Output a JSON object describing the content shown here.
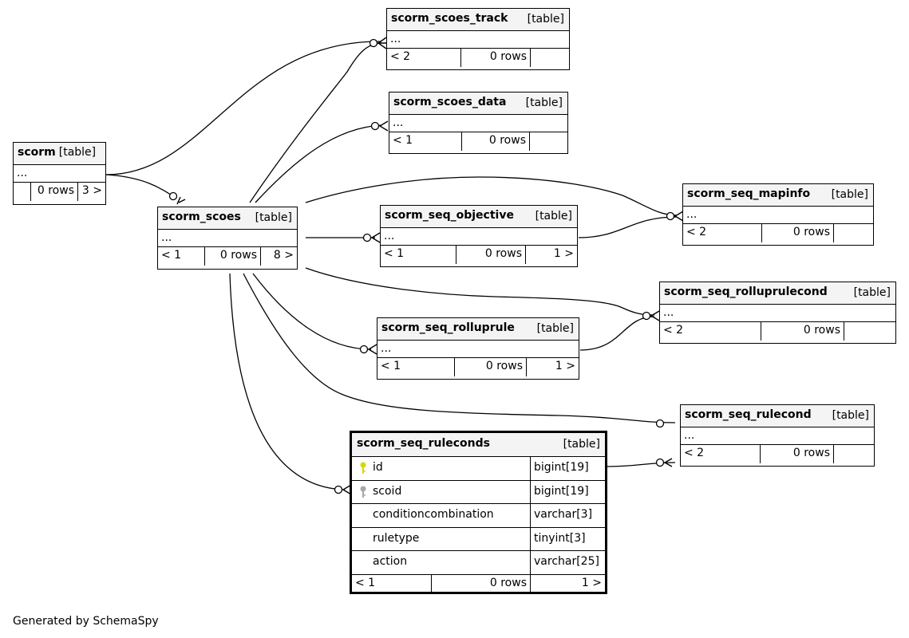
{
  "tables": [
    {
      "id": "scorm",
      "name": "scorm",
      "type": "[table]",
      "ellipsis": "...",
      "footer": [
        "",
        "0 rows",
        "3 >"
      ]
    },
    {
      "id": "scorm_scoes",
      "name": "scorm_scoes",
      "type": "[table]",
      "ellipsis": "...",
      "footer": [
        "< 1",
        "0 rows",
        "8 >"
      ]
    },
    {
      "id": "scorm_scoes_track",
      "name": "scorm_scoes_track",
      "type": "[table]",
      "ellipsis": "...",
      "footer": [
        "< 2",
        "0 rows",
        ""
      ]
    },
    {
      "id": "scorm_scoes_data",
      "name": "scorm_scoes_data",
      "type": "[table]",
      "ellipsis": "...",
      "footer": [
        "< 1",
        "0 rows",
        ""
      ]
    },
    {
      "id": "scorm_seq_objective",
      "name": "scorm_seq_objective",
      "type": "[table]",
      "ellipsis": "...",
      "footer": [
        "< 1",
        "0 rows",
        "1 >"
      ]
    },
    {
      "id": "scorm_seq_mapinfo",
      "name": "scorm_seq_mapinfo",
      "type": "[table]",
      "ellipsis": "...",
      "footer": [
        "< 2",
        "0 rows",
        ""
      ]
    },
    {
      "id": "scorm_seq_rolluprulecond",
      "name": "scorm_seq_rolluprulecond",
      "type": "[table]",
      "ellipsis": "...",
      "footer": [
        "< 2",
        "0 rows",
        ""
      ]
    },
    {
      "id": "scorm_seq_rolluprule",
      "name": "scorm_seq_rolluprule",
      "type": "[table]",
      "ellipsis": "...",
      "footer": [
        "< 1",
        "0 rows",
        "1 >"
      ]
    },
    {
      "id": "scorm_seq_rulecond",
      "name": "scorm_seq_rulecond",
      "type": "[table]",
      "ellipsis": "...",
      "footer": [
        "< 2",
        "0 rows",
        ""
      ]
    }
  ],
  "focus_table": {
    "name": "scorm_seq_ruleconds",
    "type": "[table]",
    "columns": [
      {
        "name": "id",
        "type": "bigint[19]",
        "key": "primary"
      },
      {
        "name": "scoid",
        "type": "bigint[19]",
        "key": "foreign"
      },
      {
        "name": "conditioncombination",
        "type": "varchar[3]",
        "key": ""
      },
      {
        "name": "ruletype",
        "type": "tinyint[3]",
        "key": ""
      },
      {
        "name": "action",
        "type": "varchar[25]",
        "key": ""
      }
    ],
    "footer": [
      "< 1",
      "0 rows",
      "1 >"
    ]
  },
  "relationships": [
    {
      "from": "scorm",
      "to": "scorm_scoes_track"
    },
    {
      "from": "scorm",
      "to": "scorm_scoes"
    },
    {
      "from": "scorm_scoes",
      "to": "scorm_scoes_track"
    },
    {
      "from": "scorm_scoes",
      "to": "scorm_scoes_data"
    },
    {
      "from": "scorm_scoes",
      "to": "scorm_seq_objective"
    },
    {
      "from": "scorm_scoes",
      "to": "scorm_seq_mapinfo"
    },
    {
      "from": "scorm_seq_objective",
      "to": "scorm_seq_mapinfo"
    },
    {
      "from": "scorm_scoes",
      "to": "scorm_seq_rolluprulecond"
    },
    {
      "from": "scorm_seq_rolluprule",
      "to": "scorm_seq_rolluprulecond"
    },
    {
      "from": "scorm_scoes",
      "to": "scorm_seq_rolluprule"
    },
    {
      "from": "scorm_scoes",
      "to": "scorm_seq_rulecond"
    },
    {
      "from": "scorm_seq_ruleconds",
      "to": "scorm_seq_rulecond"
    },
    {
      "from": "scorm_scoes",
      "to": "scorm_seq_ruleconds"
    }
  ],
  "colors": {
    "header_bg": "#f4f4f4",
    "primary_key": "#d8d800",
    "foreign_key": "#a8a8a8",
    "line": "#000000"
  },
  "credit": "Generated by SchemaSpy"
}
